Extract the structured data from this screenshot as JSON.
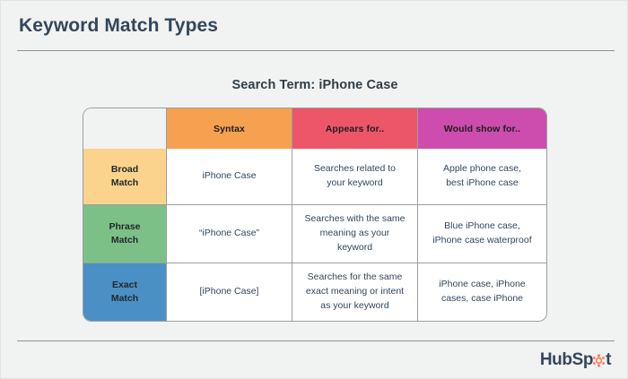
{
  "page": {
    "title": "Keyword Match Types",
    "subtitle": "Search Term: iPhone Case",
    "background_color": "#f1f2f2",
    "divider_color": "#8e9496"
  },
  "table": {
    "columns": [
      {
        "key": "label",
        "label": "",
        "header_bg": "#f1f2f2"
      },
      {
        "key": "syntax",
        "label": "Syntax",
        "header_bg": "#f5a14f"
      },
      {
        "key": "appears",
        "label": "Appears for..",
        "header_bg": "#ec5668"
      },
      {
        "key": "would",
        "label": "Would show for..",
        "header_bg": "#cc4dae"
      }
    ],
    "rows": [
      {
        "label_line1": "Broad",
        "label_line2": "Match",
        "label_bg": "#fbd38d",
        "syntax": "iPhone Case",
        "appears_line1": "Searches related to",
        "appears_line2": "your keyword",
        "appears_line3": "",
        "would_line1": "Apple phone case,",
        "would_line2": "best iPhone case"
      },
      {
        "label_line1": "Phrase",
        "label_line2": "Match",
        "label_bg": "#7cc088",
        "syntax": "“iPhone Case”",
        "appears_line1": "Searches with the same",
        "appears_line2": "meaning as your",
        "appears_line3": "keyword",
        "would_line1": "Blue iPhone case,",
        "would_line2": "iPhone case waterproof"
      },
      {
        "label_line1": "Exact",
        "label_line2": "Match",
        "label_bg": "#4a90c4",
        "syntax": "[iPhone Case]",
        "appears_line1": "Searches for the same",
        "appears_line2": "exact meaning or intent",
        "appears_line3": "as your keyword",
        "would_line1": "iPhone case, iPhone",
        "would_line2": "cases, case iPhone"
      }
    ]
  },
  "footer": {
    "brand_part1": "HubSp",
    "brand_part2": "t",
    "brand_text_color": "#33475b",
    "brand_accent_color": "#ff7a59"
  }
}
